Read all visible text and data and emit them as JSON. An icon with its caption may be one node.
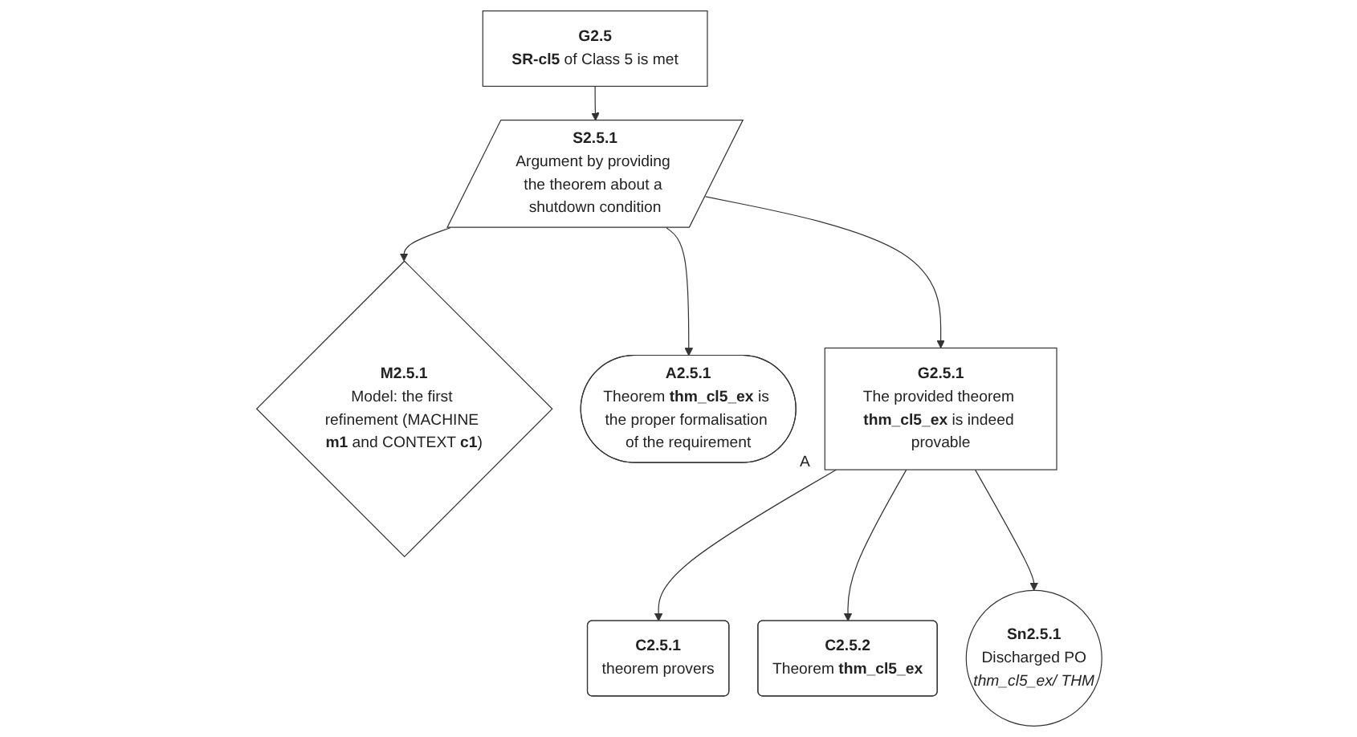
{
  "diagram": {
    "nodes": [
      {
        "text": [
          "G2.5",
          "**SR-cl5** of Class 5 is met"
        ]
      },
      {
        "text": [
          "S2.5.1",
          "Argument by providing the theorem about a shutdown condition"
        ]
      },
      {
        "text": [
          "M2.5.1",
          "Model: the first refinement (MACHINE **m1** and CONTEXT **c1**)"
        ]
      },
      {
        "text": [
          "A2.5.1",
          "Theorem **thm_cl5_ex** is the proper formalisation of the requirement"
        ],
        "beside": [
          "A"
        ]
      },
      {
        "text": [
          "G2.5.1",
          "The provided theorem **thm_cl5_ex** is indeed provable"
        ]
      },
      {
        "text": [
          "C2.5.1",
          "theorem provers"
        ]
      },
      {
        "text": [
          "C2.5.2",
          "Theorem **thm_cl5_ex**"
        ]
      },
      {
        "text": [
          "Sn2.5.1",
          "Discharged PO",
          "*thm_cl5_ex/ THM*"
        ]
      }
    ],
    "edges": [
      {
        "from": 0,
        "to": 1,
        "arrow": "to"
      },
      {
        "from": 1,
        "to": 2,
        "arrow": "to"
      },
      {
        "from": 1,
        "to": 3,
        "arrow": "to"
      },
      {
        "from": 1,
        "to": 4,
        "arrow": "to"
      },
      {
        "from": 4,
        "to": 5,
        "arrow": "to"
      },
      {
        "from": 4,
        "to": 6,
        "arrow": "to"
      },
      {
        "from": 4,
        "to": 7,
        "arrow": "to"
      }
    ]
  }
}
